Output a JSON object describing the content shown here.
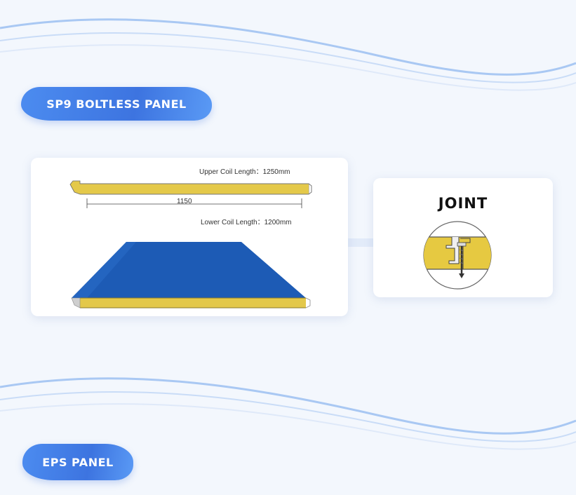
{
  "section_sp9": {
    "title": "SP9 BOLTLESS PANEL"
  },
  "section_eps": {
    "title": "EPS PANEL"
  },
  "diagram": {
    "upper_label": "Upper Coil Length：1250mm",
    "lower_label": "Lower Coil Length：1200mm",
    "width_label": "1150"
  },
  "joint": {
    "title": "JOINT"
  },
  "colors": {
    "accent_blue": "#3d74e0",
    "panel_blue": "#1d5bb5",
    "core_yellow": "#e3c84a",
    "background": "#f3f7fd"
  }
}
